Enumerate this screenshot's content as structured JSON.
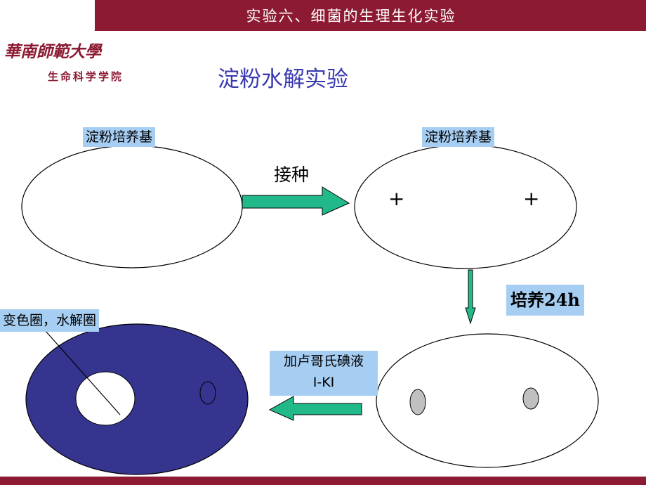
{
  "header": {
    "title": "实验六、细菌的生理生化实验"
  },
  "logo": {
    "university": "華南師範大學",
    "college": "生命科学学院"
  },
  "slide": {
    "title": "淀粉水解实验"
  },
  "labels": {
    "medium_left": "淀粉培养基",
    "medium_right": "淀粉培养基",
    "inoculate": "接种",
    "incubate": "培养24h",
    "reagent_line1": "加卢哥氏碘液",
    "reagent_line2": "I-KI",
    "halo": "变色圈，水解圈",
    "plus1": "+",
    "plus2": "+"
  },
  "colors": {
    "brand": "#8c1a32",
    "title_blue": "#3a3ab0",
    "label_bg": "#a6cdf2",
    "arrow": "#22b98a",
    "stained_plate": "#35348f",
    "colony": "#c0c0c0"
  }
}
